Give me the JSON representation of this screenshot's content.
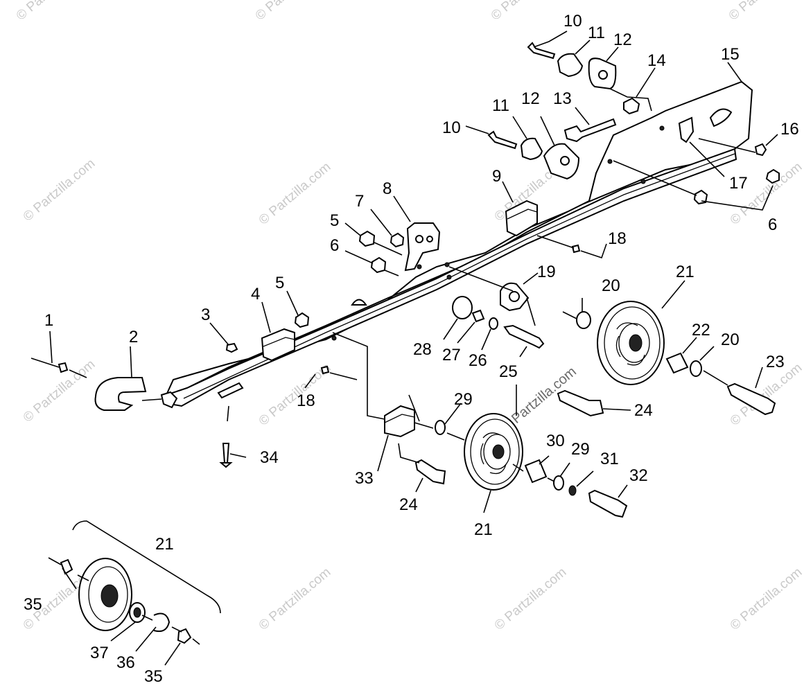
{
  "watermark": {
    "text": "© Partzilla.com",
    "center_text": "Partzilla.com"
  },
  "callouts": {
    "c1": "1",
    "c2": "2",
    "c3": "3",
    "c4": "4",
    "c5a": "5",
    "c5b": "5",
    "c6a": "6",
    "c6b": "6",
    "c7": "7",
    "c8": "8",
    "c9": "9",
    "c10a": "10",
    "c10b": "10",
    "c11a": "11",
    "c11b": "11",
    "c12a": "12",
    "c12b": "12",
    "c13": "13",
    "c14": "14",
    "c15": "15",
    "c16": "16",
    "c17": "17",
    "c18a": "18",
    "c18b": "18",
    "c19": "19",
    "c20a": "20",
    "c20b": "20",
    "c21a": "21",
    "c21b": "21",
    "c21c": "21",
    "c22": "22",
    "c23": "23",
    "c24a": "24",
    "c24b": "24",
    "c25": "25",
    "c26": "26",
    "c27": "27",
    "c28": "28",
    "c29a": "29",
    "c29b": "29",
    "c30": "30",
    "c31": "31",
    "c32": "32",
    "c33": "33",
    "c34": "34",
    "c35a": "35",
    "c35b": "35",
    "c36": "36",
    "c37": "37"
  }
}
